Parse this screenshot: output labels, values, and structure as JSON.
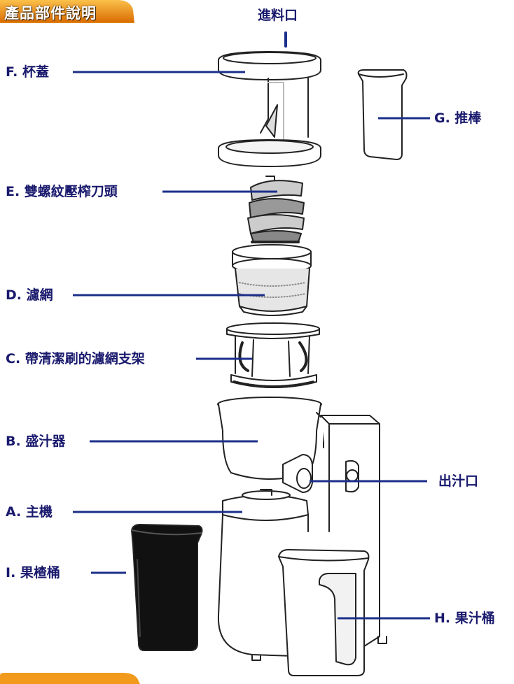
{
  "header": {
    "title": "產品部件說明"
  },
  "top_label": "進料口",
  "parts": [
    {
      "id": "F",
      "label": "F. 杯蓋"
    },
    {
      "id": "G",
      "label": "G. 推棒"
    },
    {
      "id": "E",
      "label": "E. 雙螺紋壓榨刀頭"
    },
    {
      "id": "D",
      "label": "D. 濾網"
    },
    {
      "id": "C",
      "label": "C. 帶清潔刷的濾網支架"
    },
    {
      "id": "B",
      "label": "B. 盛汁器"
    },
    {
      "id": "outlet",
      "label": "出汁口"
    },
    {
      "id": "A",
      "label": "A. 主機"
    },
    {
      "id": "I",
      "label": "I. 果楂桶"
    },
    {
      "id": "H",
      "label": "H. 果汁桶"
    }
  ],
  "colors": {
    "label": "#1a1a6e",
    "line": "#1b2f8a",
    "tab_top": "#f7a21a",
    "tab_bottom": "#d96a00",
    "outline": "#222222"
  }
}
